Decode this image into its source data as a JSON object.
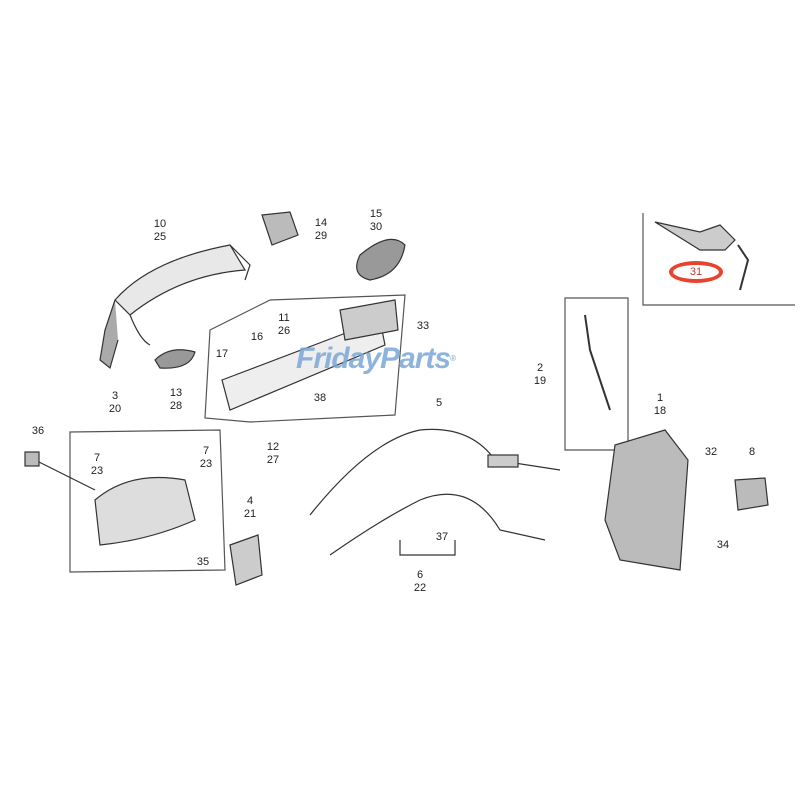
{
  "watermark": {
    "text": "FridayParts",
    "registered": "®",
    "color": "#7ba7d9",
    "accent": "#f0a640"
  },
  "highlight_color": "#e8432c",
  "callouts": [
    {
      "part": "outer-handle",
      "numbers": [
        "10",
        "25"
      ]
    },
    {
      "part": "handle-cap",
      "numbers": [
        "14",
        "29"
      ]
    },
    {
      "part": "handle-gasket",
      "numbers": [
        "15",
        "30"
      ]
    },
    {
      "part": "key-cylinder",
      "numbers": [
        "31"
      ],
      "highlighted": true
    },
    {
      "part": "actuator-bolt",
      "numbers": [
        "11",
        "26"
      ]
    },
    {
      "part": "screw-16",
      "numbers": [
        "16"
      ]
    },
    {
      "part": "clip-17",
      "numbers": [
        "17"
      ]
    },
    {
      "part": "bolt-33",
      "numbers": [
        "33"
      ]
    },
    {
      "part": "gasket-13",
      "numbers": [
        "13",
        "28"
      ]
    },
    {
      "part": "handle-frame",
      "numbers": [
        "12",
        "27"
      ]
    },
    {
      "part": "clip-38",
      "numbers": [
        "38"
      ]
    },
    {
      "part": "rod",
      "numbers": [
        "2",
        "19"
      ]
    },
    {
      "part": "latch",
      "numbers": [
        "1",
        "18"
      ]
    },
    {
      "part": "inner-handle",
      "numbers": [
        "3",
        "20"
      ]
    },
    {
      "part": "cap-36",
      "numbers": [
        "36"
      ]
    },
    {
      "part": "clip-7-left",
      "numbers": [
        "7",
        "23"
      ]
    },
    {
      "part": "clip-7-right",
      "numbers": [
        "7",
        "23"
      ]
    },
    {
      "part": "screw-35",
      "numbers": [
        "35"
      ]
    },
    {
      "part": "cover-4",
      "numbers": [
        "4",
        "21"
      ]
    },
    {
      "part": "cable-5",
      "numbers": [
        "5"
      ]
    },
    {
      "part": "cable-6",
      "numbers": [
        "6",
        "22"
      ]
    },
    {
      "part": "clip-37",
      "numbers": [
        "37"
      ]
    },
    {
      "part": "screw-32",
      "numbers": [
        "32"
      ]
    },
    {
      "part": "striker",
      "numbers": [
        "8"
      ]
    },
    {
      "part": "screw-34",
      "numbers": [
        "34"
      ]
    }
  ]
}
